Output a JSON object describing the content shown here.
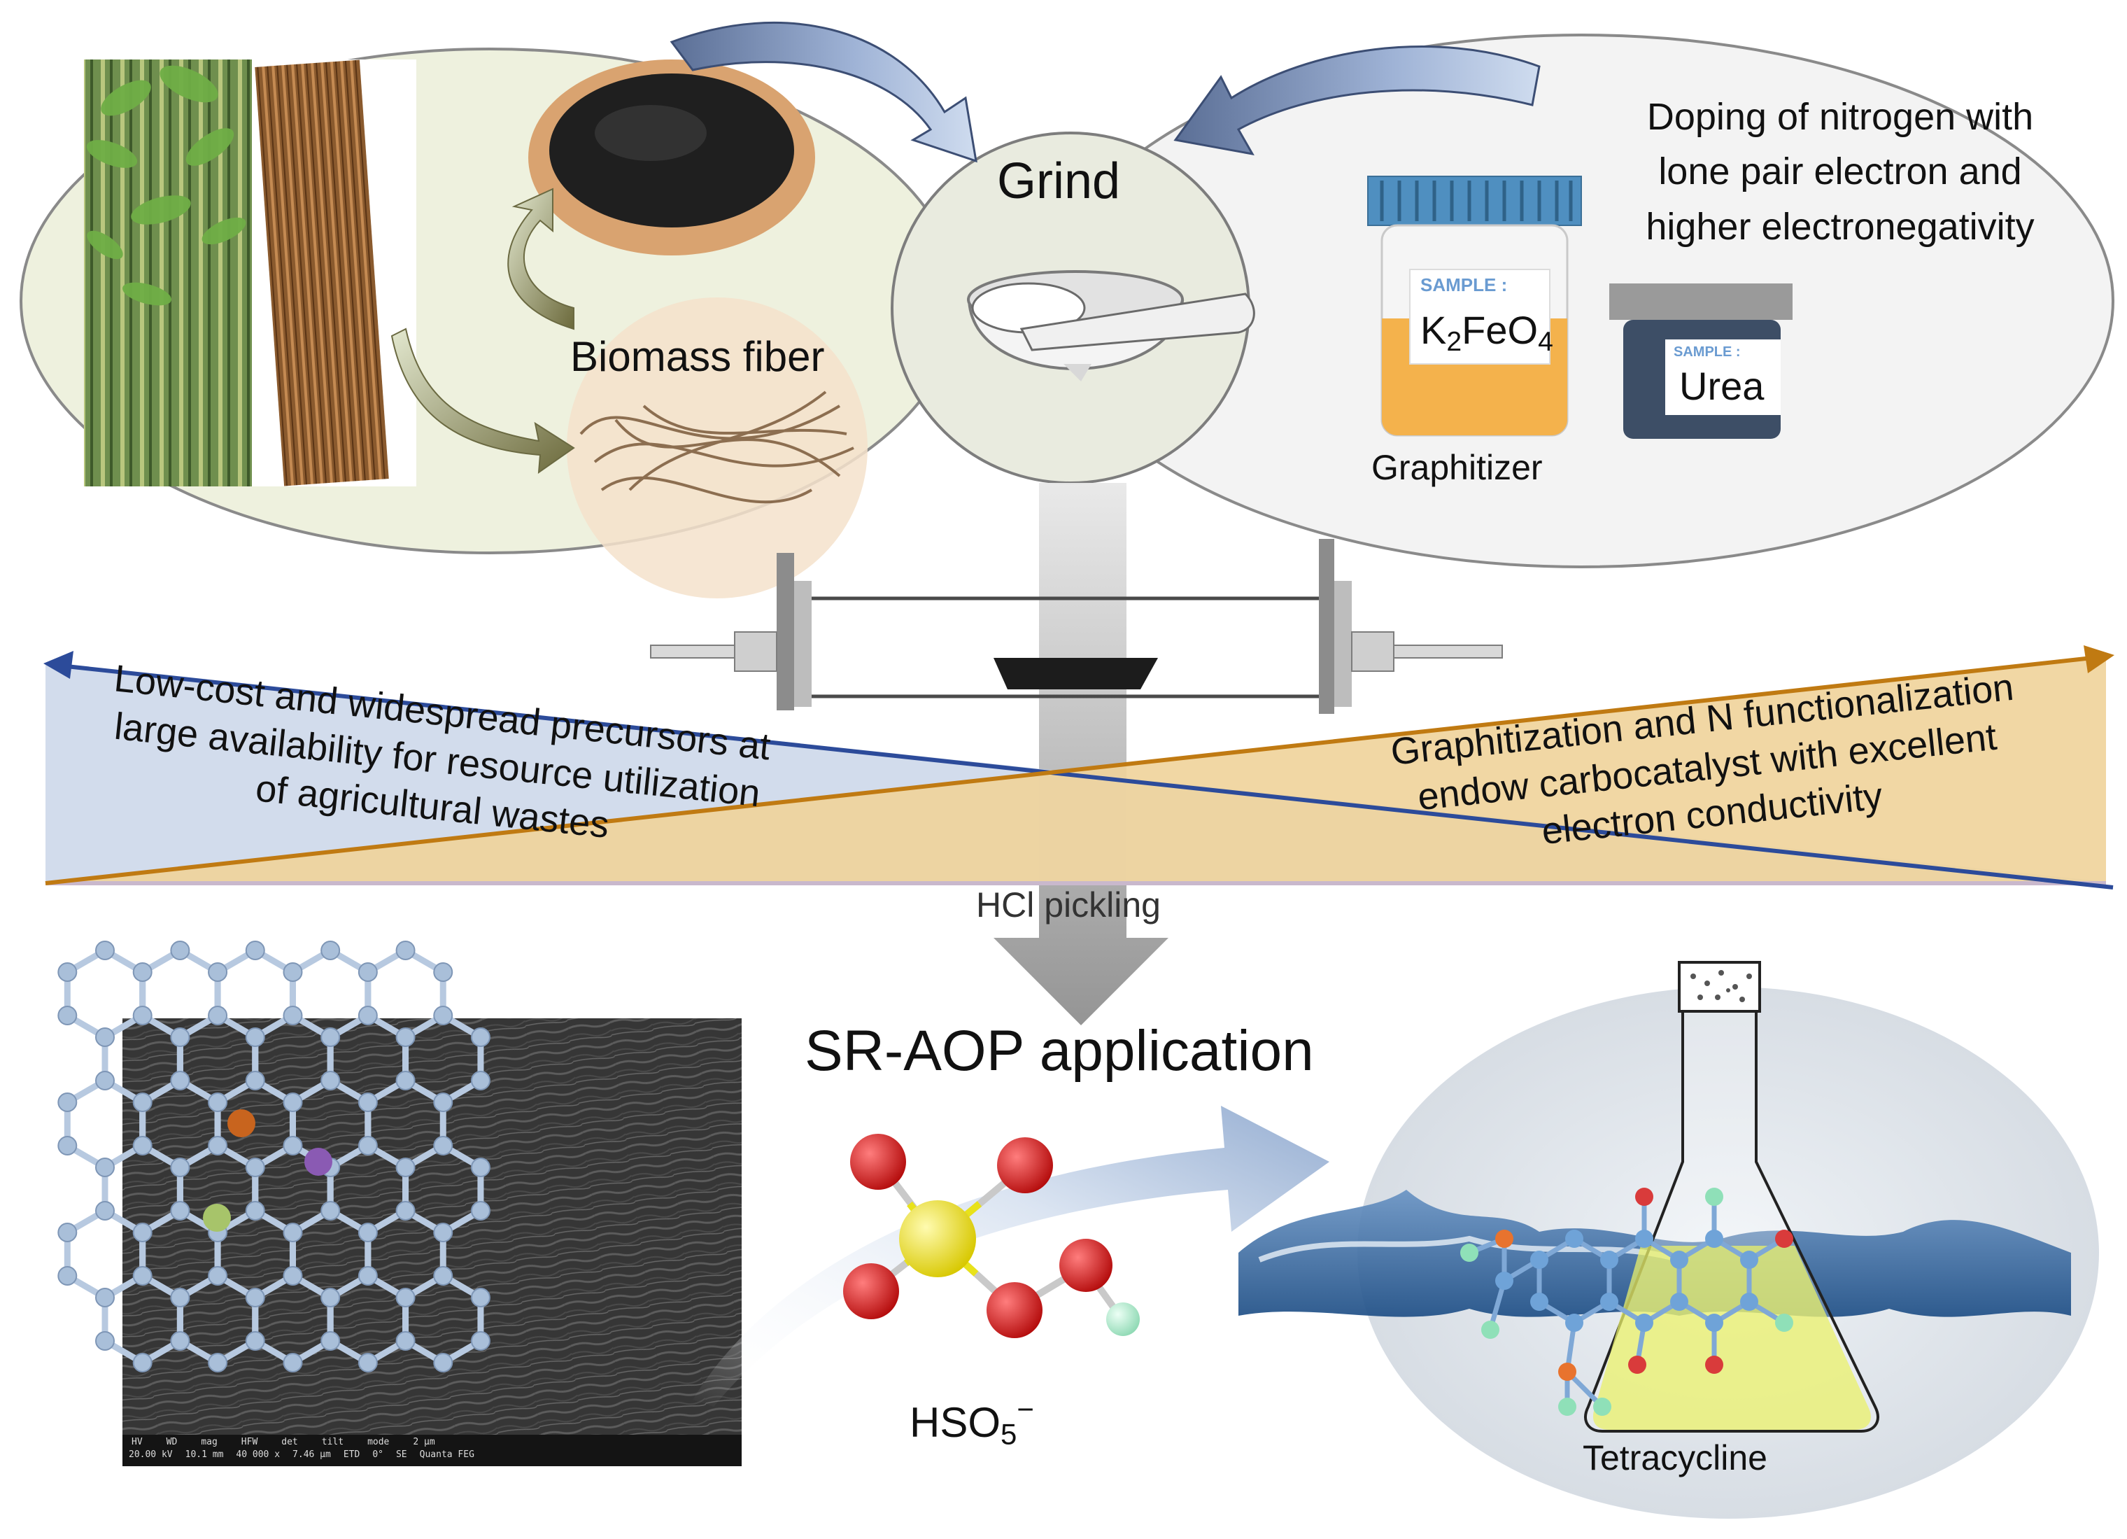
{
  "labels": {
    "grind": "Grind",
    "biomass_fiber": "Biomass fiber",
    "doping_line1": "Doping of nitrogen with",
    "doping_line2": "lone pair electron and",
    "doping_line3": "higher electronegativity",
    "sample_tag": "SAMPLE :",
    "k2feo4_k": "K",
    "k2feo4_2": "2",
    "k2feo4_feo": "FeO",
    "k2feo4_4": "4",
    "urea": "Urea",
    "graphitizer": "Graphitizer",
    "left_text_line1": "Low-cost and widespread precursors at",
    "left_text_line2": "large availability for resource utilization",
    "left_text_line3": "of  agricultural wastes",
    "right_text_line1": "Graphitization and N functionalization",
    "right_text_line2": "endow carbocatalyst with excellent",
    "right_text_line3": "electron conductivity",
    "hcl_pickling": "HCl pickling",
    "sr_aop": "SR-AOP application",
    "hso5_h": "HSO",
    "hso5_5": "5",
    "hso5_minus": "−",
    "tetracycline": "Tetracycline",
    "sem_bar_items": [
      "HV",
      "WD",
      "mag",
      "HFW",
      "det",
      "tilt",
      "mode",
      "2 μm"
    ],
    "sem_bar_values": [
      "20.00 kV",
      "10.1 mm",
      "40 000 x",
      "7.46 μm",
      "ETD",
      "0°",
      "SE",
      "Quanta FEG"
    ]
  },
  "colors": {
    "left_ellipse_fill": "#eef1de",
    "right_ellipse_fill": "#f1f1f1",
    "blue_line": "#2c4b9a",
    "orange_line": "#c07a12",
    "band_blue": "#cfd9ea",
    "band_orange": "#efd49b",
    "arrow_grey": "#9a9a9a",
    "sulfur": "#e8e21a",
    "oxygen": "#d81e1e",
    "hydrogen": "#a8e6c8",
    "graphene": "#a9bfd9"
  },
  "icons": [
    "left-arrow-curved-icon",
    "right-arrow-curved-icon",
    "mortar-pestle-icon",
    "k2feo4-jar-icon",
    "urea-jar-icon",
    "tube-furnace-icon",
    "flask-icon",
    "hso5-molecule-icon",
    "graphene-lattice-icon"
  ]
}
